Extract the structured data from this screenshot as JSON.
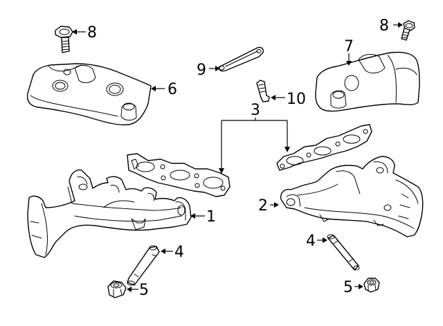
{
  "callouts": {
    "c1": "1",
    "c2": "2",
    "c3": "3",
    "c4_left": "4",
    "c4_right": "4",
    "c5_left": "5",
    "c5_right": "5",
    "c6": "6",
    "c7": "7",
    "c8_left": "8",
    "c8_right": "8",
    "c9": "9",
    "c10": "10"
  },
  "colors": {
    "line": "#000000",
    "background": "#ffffff"
  }
}
